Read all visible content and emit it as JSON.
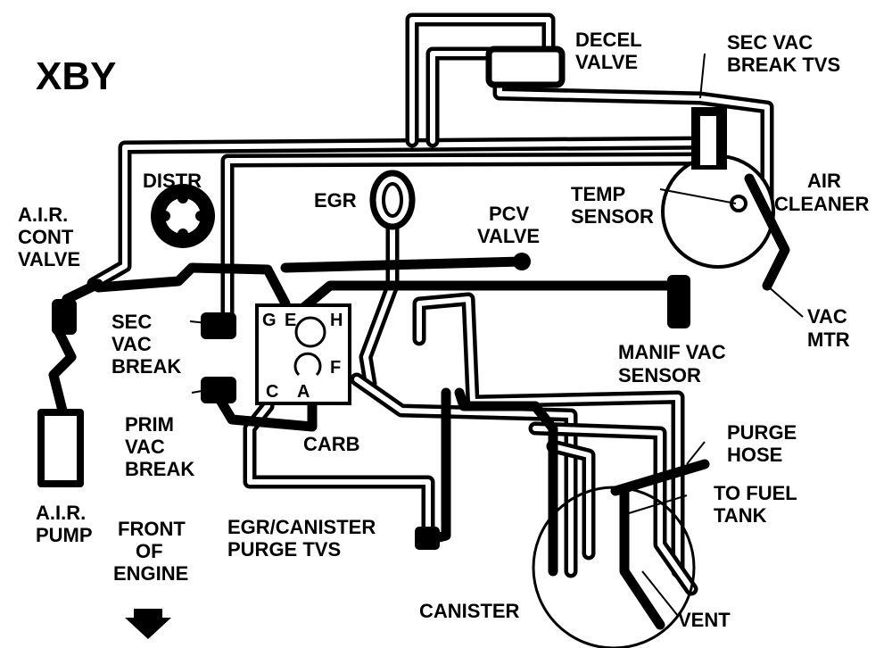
{
  "title": "XBY",
  "labels": {
    "decel_valve": [
      "DECEL",
      "VALVE"
    ],
    "sec_vac_break_tvs": [
      "SEC VAC",
      "BREAK TVS"
    ],
    "distr": "DISTR",
    "egr": "EGR",
    "pcv_valve": [
      "PCV",
      "VALVE"
    ],
    "air_cleaner": [
      "AIR",
      "CLEANER"
    ],
    "temp_sensor": [
      "TEMP",
      "SENSOR"
    ],
    "air_cont_valve": [
      "A.I.R.",
      "CONT",
      "VALVE"
    ],
    "sec_vac_break": [
      "SEC",
      "VAC",
      "BREAK"
    ],
    "prim_vac_break": [
      "PRIM",
      "VAC",
      "BREAK"
    ],
    "carb": "CARB",
    "manif_vac_sensor": [
      "MANIF VAC",
      "SENSOR"
    ],
    "vac_mtr": [
      "VAC",
      "MTR"
    ],
    "purge_hose": [
      "PURGE",
      "HOSE"
    ],
    "to_fuel_tank": [
      "TO FUEL",
      "TANK"
    ],
    "air_pump": [
      "A.I.R.",
      "PUMP"
    ],
    "front_of_engine": [
      "FRONT",
      "OF",
      "ENGINE"
    ],
    "egr_canister_purge_tvs": [
      "EGR/CANISTER",
      "PURGE TVS"
    ],
    "canister": "CANISTER",
    "vent": "VENT"
  },
  "carb_ports": {
    "g": "G",
    "e": "E",
    "h": "H",
    "f": "F",
    "c": "C",
    "a": "A"
  },
  "icons": {
    "front_arrow": "arrow-down-icon"
  }
}
